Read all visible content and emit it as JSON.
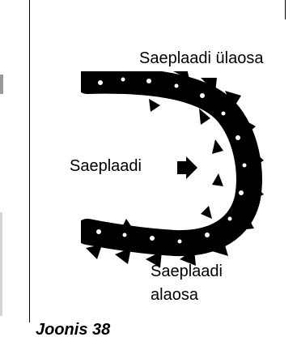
{
  "figure": {
    "labels": {
      "top": "Saeplaadi ülaosa",
      "middle": "Saeplaadi",
      "bottom_line1": "Saeplaadi",
      "bottom_line2": "alaosa"
    },
    "caption": "Joonis 38",
    "colors": {
      "ink": "#000000",
      "background": "#ffffff"
    },
    "icons": {
      "direction": "right-arrow-icon",
      "chain": "saw-chain-illustration"
    }
  }
}
